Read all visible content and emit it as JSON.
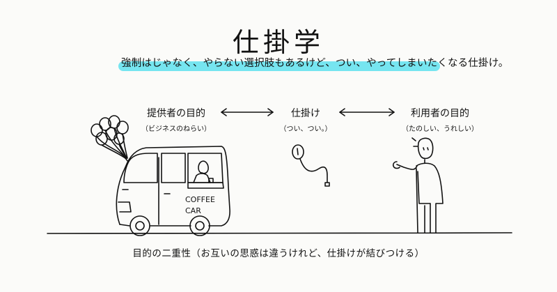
{
  "title": "仕掛学",
  "subtitle": "強制はじゃなく、やらない選択肢もあるけど、つい、やってしまいたくなる仕掛け。",
  "left": {
    "label": "提供者の目的",
    "sub": "（ビジネスのねらい）"
  },
  "center": {
    "label": "仕掛け",
    "sub": "（つい、つい。）"
  },
  "right": {
    "label": "利用者の目的",
    "sub": "（たのしい、うれしい）"
  },
  "car_sign": [
    "COFFEE",
    "CAR"
  ],
  "caption": "目的の二重性（お互いの思惑は違うけれど、仕掛けが結びつける）",
  "colors": {
    "highlight": "#5ee0ef",
    "ink": "#111111",
    "background": "#fbfbf9"
  }
}
